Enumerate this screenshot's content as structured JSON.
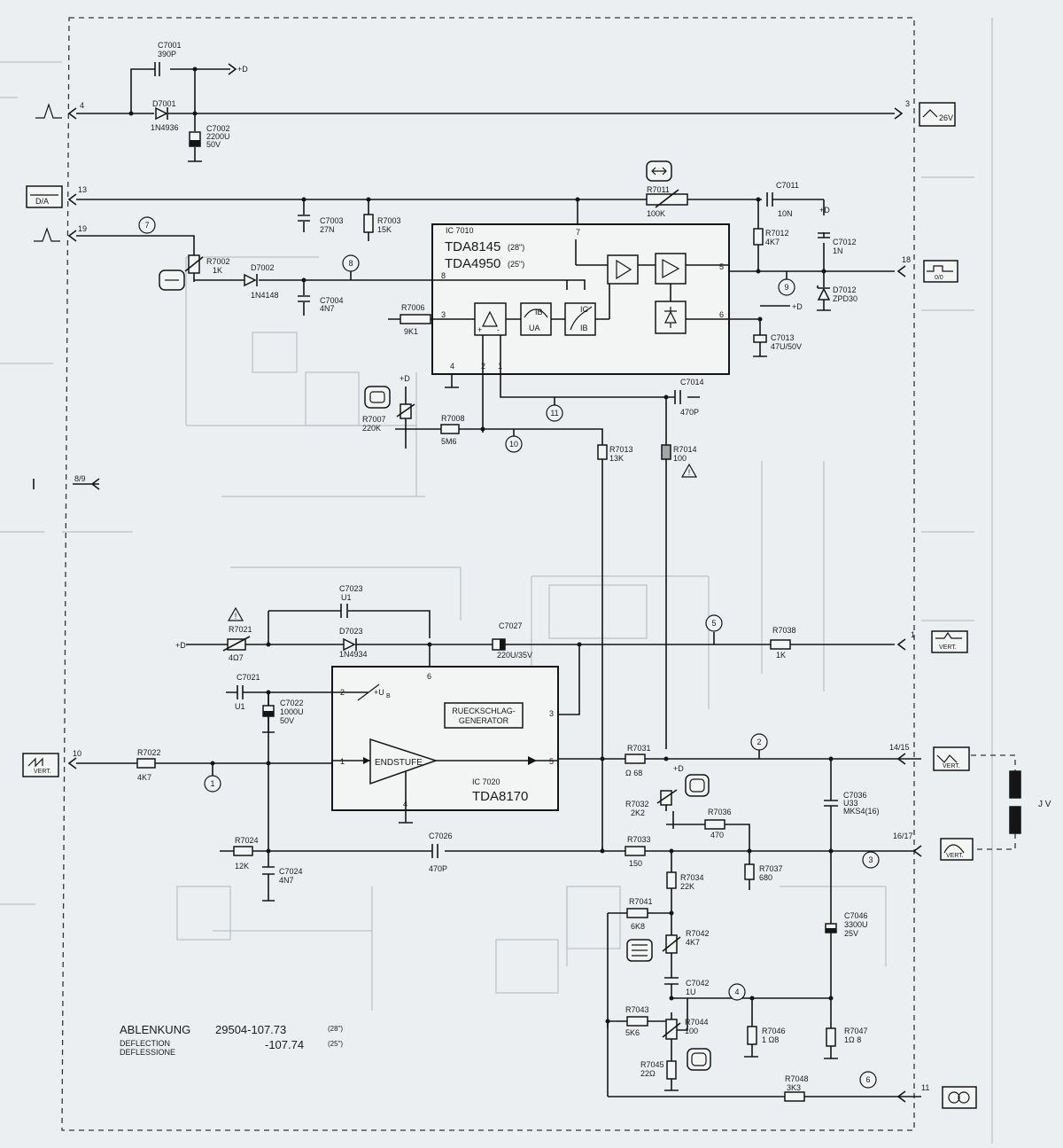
{
  "title": {
    "line1": "ABLENKUNG",
    "number1": "29504-107.73",
    "size1": "(28\")",
    "line2": "DEFLECTION",
    "line3": "DEFLESSIONE",
    "number2": "-107.74",
    "size2": "(25\")"
  },
  "ics": {
    "ic7010": {
      "ref": "IC 7010",
      "part1": "TDA8145",
      "size1": "(28\")",
      "part2": "TDA4950",
      "size2": "(25\")"
    },
    "ic7020": {
      "ref": "IC 7020",
      "part": "TDA8170"
    },
    "endstufe": "ENDSTUFE",
    "rueck1": "RUECKSCHLAG-",
    "rueck2": "GENERATOR",
    "ub": "+U",
    "ub_sub": "B"
  },
  "blocks": {
    "ua": "UA",
    "ib1": "IB",
    "ic": "IC",
    "ib2": "IB"
  },
  "connectors": {
    "c4": "4",
    "c3": "3",
    "c13": "13",
    "c19": "19",
    "c18": "18",
    "c8_9": "8/9",
    "c1": "1",
    "c10": "10",
    "c14_15": "14/15",
    "c16_17": "16/17",
    "c11": "11"
  },
  "signal_labels": {
    "s3": "26V",
    "s13": "D/A",
    "s18": "0/0",
    "s1": "VERT.",
    "s10": "VERT.",
    "s14": "VERT.",
    "s16": "VERT."
  },
  "coil_label": "J V",
  "supply": {
    "plus_d": "+D"
  },
  "test_points": [
    "7",
    "8",
    "9",
    "11",
    "10",
    "5",
    "1",
    "2",
    "3",
    "4",
    "6"
  ],
  "components": {
    "C7001": [
      "C7001",
      "390P"
    ],
    "D7001": [
      "D7001",
      "1N4936"
    ],
    "C7002": [
      "C7002",
      "2200U",
      "50V"
    ],
    "C7003": [
      "C7003",
      "27N"
    ],
    "R7003": [
      "R7003",
      "15K"
    ],
    "R7002": [
      "R7002",
      "1K"
    ],
    "D7002": [
      "D7002",
      "1N4148"
    ],
    "C7004": [
      "C7004",
      "4N7"
    ],
    "R7006": [
      "R7006",
      "9K1"
    ],
    "R7011": [
      "R7011",
      "100K"
    ],
    "C7011": [
      "C7011",
      "10N"
    ],
    "R7012": [
      "R7012",
      "4K7"
    ],
    "C7012": [
      "C7012",
      "1N"
    ],
    "D7012": [
      "D7012",
      "ZPD30"
    ],
    "C7013": [
      "C7013",
      "47U/50V"
    ],
    "C7014": [
      "C7014",
      "470P"
    ],
    "R7007": [
      "R7007",
      "220K"
    ],
    "R7008": [
      "R7008",
      "5M6"
    ],
    "R7013": [
      "R7013",
      "13K"
    ],
    "R7014": [
      "R7014",
      "100"
    ],
    "C7023": [
      "C7023",
      "U1"
    ],
    "R7021": [
      "R7021",
      "4Ω7"
    ],
    "D7023": [
      "D7023",
      "1N4934"
    ],
    "C7027": [
      "C7027",
      "220U/35V"
    ],
    "R7038": [
      "R7038",
      "1K"
    ],
    "C7021": [
      "C7021",
      "U1"
    ],
    "C7022": [
      "C7022",
      "1000U",
      "50V"
    ],
    "R7022": [
      "R7022",
      "4K7"
    ],
    "R7031": [
      "R7031",
      "Ω 68"
    ],
    "R7032": [
      "R7032",
      "2K2"
    ],
    "R7036": [
      "R7036",
      "470"
    ],
    "C7036": [
      "C7036",
      "U33",
      "MKS4(16)"
    ],
    "R7024": [
      "R7024",
      "12K"
    ],
    "C7024": [
      "C7024",
      "4N7"
    ],
    "C7026": [
      "C7026",
      "470P"
    ],
    "R7033": [
      "R7033",
      "150"
    ],
    "R7037": [
      "R7037",
      "680"
    ],
    "R7034": [
      "R7034",
      "22K"
    ],
    "C7046": [
      "C7046",
      "3300U",
      "25V"
    ],
    "R7041": [
      "R7041",
      "6K8"
    ],
    "R7042": [
      "R7042",
      "4K7"
    ],
    "C7042": [
      "C7042",
      "1U"
    ],
    "R7043": [
      "R7043",
      "5K6"
    ],
    "R7044": [
      "R7044",
      "100"
    ],
    "R7046": [
      "R7046",
      "1 Ω8"
    ],
    "R7047": [
      "R7047",
      "1Ω 8"
    ],
    "R7045": [
      "R7045",
      "22Ω"
    ],
    "R7048": [
      "R7048",
      "3K3"
    ]
  },
  "pins": {
    "ic7010": [
      "7",
      "8",
      "3",
      "5",
      "6",
      "4",
      "2",
      "1"
    ],
    "ic7020": [
      "2",
      "6",
      "3",
      "1",
      "5",
      "4"
    ]
  }
}
